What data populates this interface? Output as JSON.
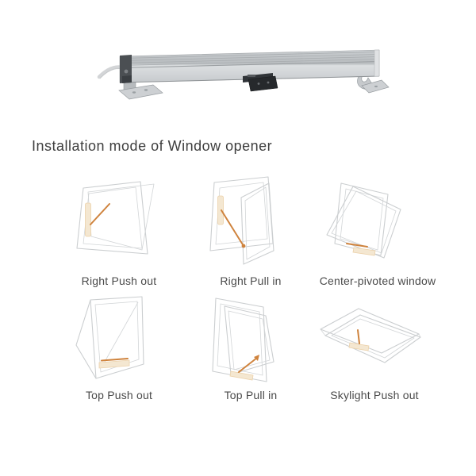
{
  "title": "Installation mode of Window opener",
  "product": {
    "description": "chain-window-opener-actuator",
    "parts": [
      "power-cable",
      "dark-end-cap",
      "left-mounting-foot",
      "aluminum-extruded-body",
      "black-chain-bracket",
      "right-hook-bracket"
    ]
  },
  "modes": [
    {
      "label": "Right Push out"
    },
    {
      "label": "Right Pull in"
    },
    {
      "label": "Center-pivoted window"
    },
    {
      "label": "Top Push out"
    },
    {
      "label": "Top Pull in"
    },
    {
      "label": "Skylight Push out"
    }
  ],
  "colors": {
    "background": "#ffffff",
    "title_text": "#3e3e3e",
    "label_text": "#4a4a4a",
    "window_frame_line": "#cbced0",
    "actuator_chain_orange": "#cf833d",
    "actuator_body_fill": "#f4e7d1",
    "actuator_body_stroke": "#ecd2ab",
    "bar_metal_light": "#dcdfe1",
    "bar_metal_mid": "#c6cacd",
    "bar_groove": "#a9adb0",
    "end_cap_dark": "#4b4f53",
    "chain_bracket_black": "#2b2e31",
    "bracket_metal": "#cdd0d3",
    "cable_gray": "#d3d5d7"
  }
}
